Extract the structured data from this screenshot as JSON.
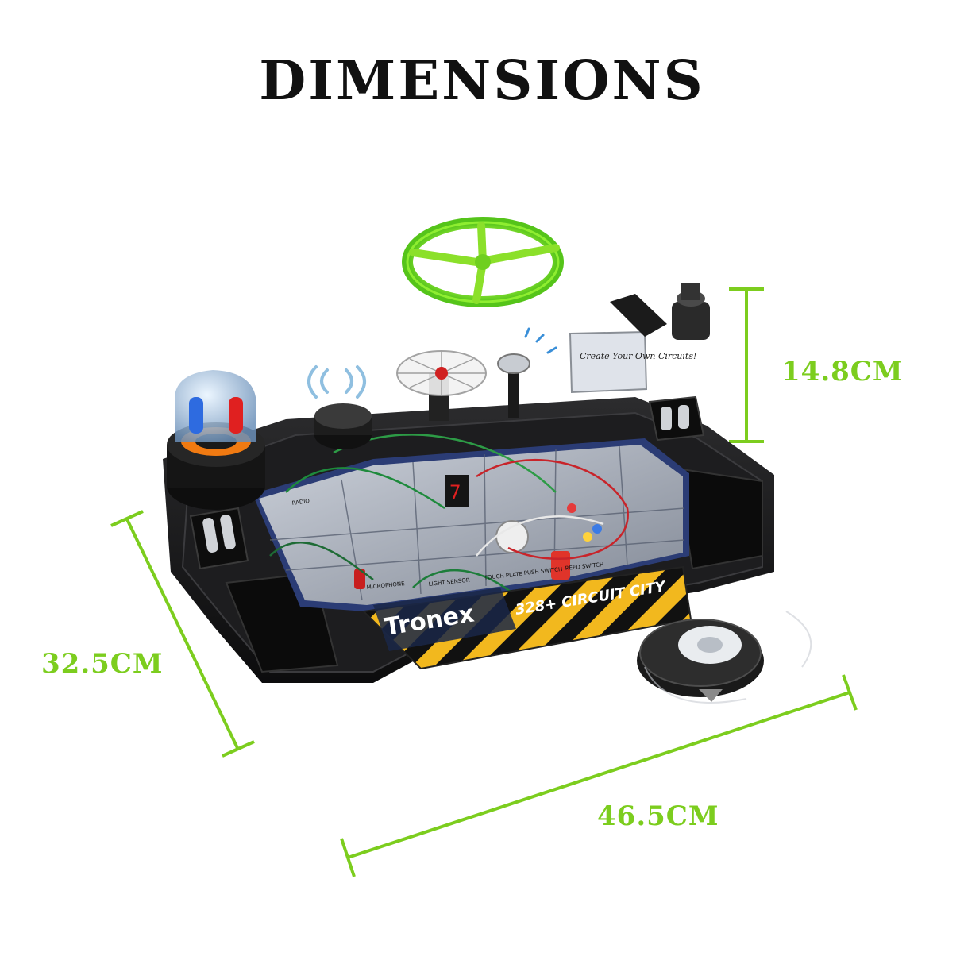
{
  "page": {
    "title": "DIMENSIONS",
    "accent_color": "#7ccd1e"
  },
  "dimensions": {
    "height": "14.8CM",
    "depth": "32.5CM",
    "width": "46.5CM"
  },
  "product": {
    "brand_logo": "Tronex",
    "model_text": "328+ CIRCUIT CITY",
    "note_card": "Create Your Own Circuits!",
    "module_labels": [
      "RADIO",
      "MICROPHONE",
      "LIGHT SENSOR",
      "TOUCH PLATE",
      "PUSH SWITCH",
      "REED SWITCH"
    ]
  }
}
